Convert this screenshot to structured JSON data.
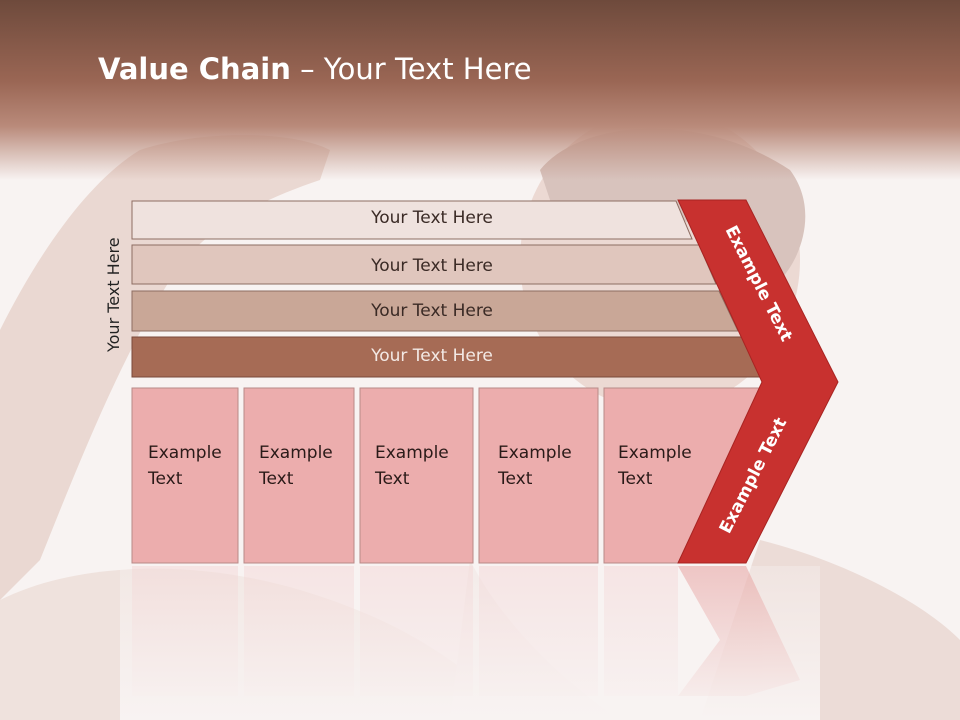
{
  "title": {
    "bold": "Value Chain",
    "rest": " – Your Text Here"
  },
  "side_label": "Your Text Here",
  "bands": [
    "Your Text Here",
    "Your Text Here",
    "Your Text Here",
    "Your Text Here"
  ],
  "boxes": [
    {
      "line1": "Example",
      "line2": "Text"
    },
    {
      "line1": "Example",
      "line2": "Text"
    },
    {
      "line1": "Example",
      "line2": "Text"
    },
    {
      "line1": "Example",
      "line2": "Text"
    },
    {
      "line1": "Example",
      "line2": "Text"
    }
  ],
  "chevron": {
    "upper": "Example Text",
    "lower": "Example Text"
  },
  "colors": {
    "header": "#8a5a4a",
    "band1": "#efe2de",
    "band2": "#e0c6bd",
    "band3": "#c9a797",
    "band4": "#a66b55",
    "boxes": "#ecadad",
    "chevron": "#c8312f"
  }
}
